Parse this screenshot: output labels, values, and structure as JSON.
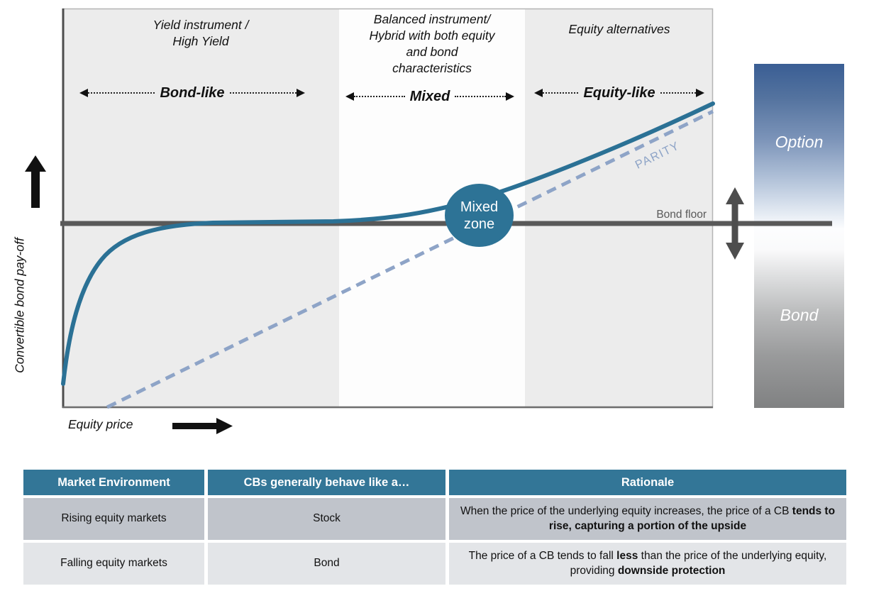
{
  "diagram": {
    "y_axis_label": "Convertible bond pay-off",
    "x_axis_label": "Equity price",
    "zones": [
      {
        "title": "Yield instrument /\nHigh Yield",
        "arrow_label": "Bond-like"
      },
      {
        "title": "Balanced instrument/\nHybrid with both equity\nand bond\ncharacteristics",
        "arrow_label": "Mixed"
      },
      {
        "title": "Equity alternatives",
        "arrow_label": "Equity-like"
      }
    ],
    "parity_label": "PARITY",
    "bond_floor_label": "Bond floor",
    "mixed_zone": {
      "line1": "Mixed",
      "line2": "zone"
    },
    "spectrum_bar": {
      "top_label": "Option",
      "bottom_label": "Bond"
    },
    "colors": {
      "cb_curve": "#2b7195",
      "parity_line": "#8ea4c7",
      "bond_floor_line": "#595959",
      "zone_background": "#ececec",
      "mixed_circle": "#2d7396",
      "table_header": "#337697",
      "table_row_dark": "#c0c4cb",
      "table_row_light": "#e3e5e8"
    }
  },
  "chart_data": {
    "type": "line",
    "title": "",
    "xlabel": "Equity price",
    "ylabel": "Convertible bond pay-off",
    "grid": false,
    "legend_position": "none",
    "regions": [
      "Bond-like",
      "Mixed",
      "Equity-like"
    ],
    "series": [
      {
        "name": "Convertible bond pay-off curve",
        "style": "solid",
        "color": "#2b7195",
        "shape": "rises steeply at low equity prices, flattens along the bond floor, then curves up toward parity at high equity prices"
      },
      {
        "name": "PARITY",
        "style": "dashed",
        "color": "#8ea4c7",
        "shape": "straight diagonal line from lower-left to upper-right"
      },
      {
        "name": "Bond floor",
        "style": "solid",
        "color": "#595959",
        "shape": "horizontal line across the plot and spectrum bar"
      }
    ]
  },
  "table": {
    "headers": [
      "Market Environment",
      "CBs generally behave like a…",
      "Rationale"
    ],
    "rows": [
      {
        "environment": "Rising equity markets",
        "behaves_like": "Stock",
        "rationale": [
          {
            "text": "When the price of the underlying equity increases, the price of a CB ",
            "bold": false
          },
          {
            "text": "tends to rise, capturing a portion of the upside",
            "bold": true
          }
        ]
      },
      {
        "environment": "Falling equity markets",
        "behaves_like": "Bond",
        "rationale": [
          {
            "text": "The price of a CB tends to fall ",
            "bold": false
          },
          {
            "text": "less",
            "bold": true
          },
          {
            "text": " than the price of the underlying equity, providing ",
            "bold": false
          },
          {
            "text": "downside protection",
            "bold": true
          }
        ]
      }
    ]
  }
}
